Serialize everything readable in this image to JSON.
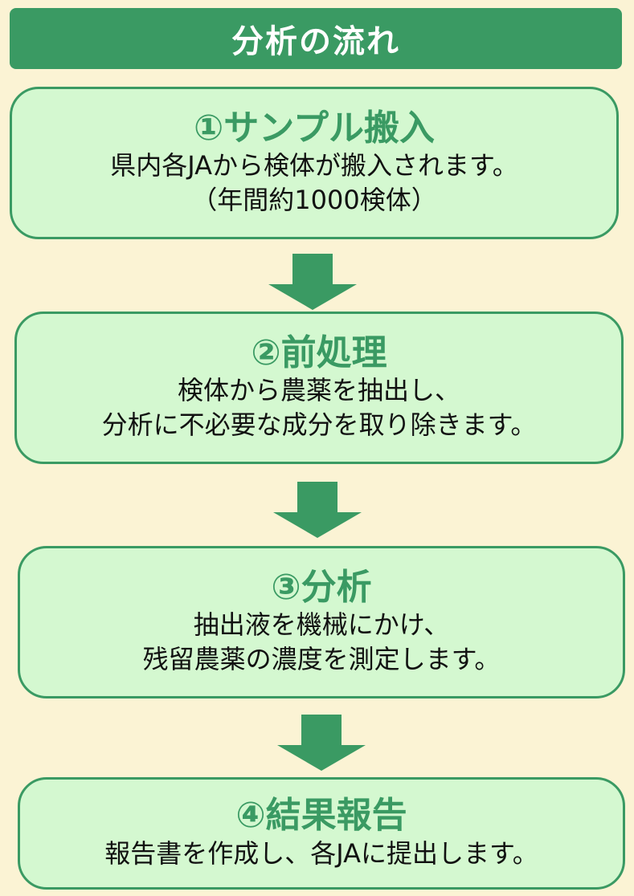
{
  "title": "分析の流れ",
  "steps": [
    {
      "title": "①サンプル搬入",
      "lines": [
        "県内各JAから検体が搬入されます。",
        "（年間約1000検体）"
      ]
    },
    {
      "title": "②前処理",
      "lines": [
        "検体から農薬を抽出し、",
        "分析に不必要な成分を取り除きます。"
      ]
    },
    {
      "title": "③分析",
      "lines": [
        "抽出液を機械にかけ、",
        "残留農薬の濃度を測定します。"
      ]
    },
    {
      "title": "④結果報告",
      "lines": [
        "報告書を作成し、各JAに提出します。"
      ]
    }
  ],
  "colors": {
    "accent": "#3a9a63",
    "box_fill": "#d4f8d0",
    "background": "#fbf3d4"
  }
}
